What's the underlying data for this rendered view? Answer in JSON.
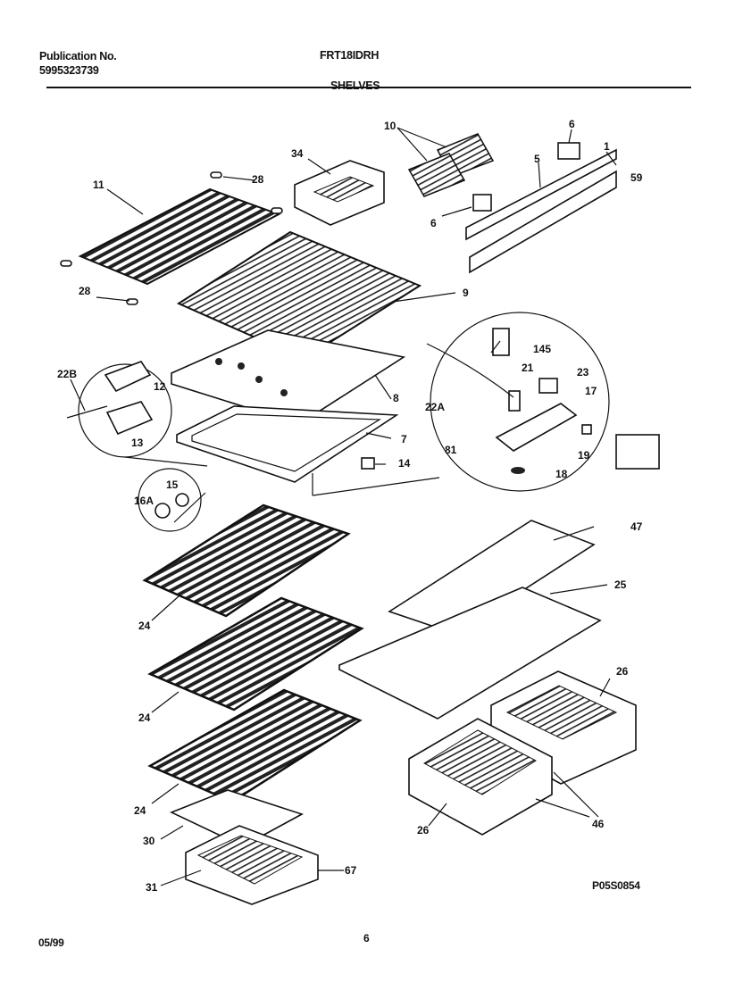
{
  "header": {
    "publication_label": "Publication No.",
    "publication_number": "5995323739",
    "model": "FRT18IDRH",
    "section": "SHELVES"
  },
  "footer": {
    "date": "05/99",
    "page": "6",
    "diagram_code": "P05S0854"
  },
  "part_labels": [
    "11",
    "28",
    "28",
    "34",
    "10",
    "6",
    "5",
    "1",
    "59",
    "6",
    "9",
    "22B",
    "12",
    "13",
    "8",
    "7",
    "14",
    "15",
    "16A",
    "145",
    "21",
    "23",
    "17",
    "22A",
    "81",
    "19",
    "18",
    "47",
    "25",
    "24",
    "24",
    "24",
    "26",
    "26",
    "46",
    "30",
    "31",
    "67"
  ]
}
